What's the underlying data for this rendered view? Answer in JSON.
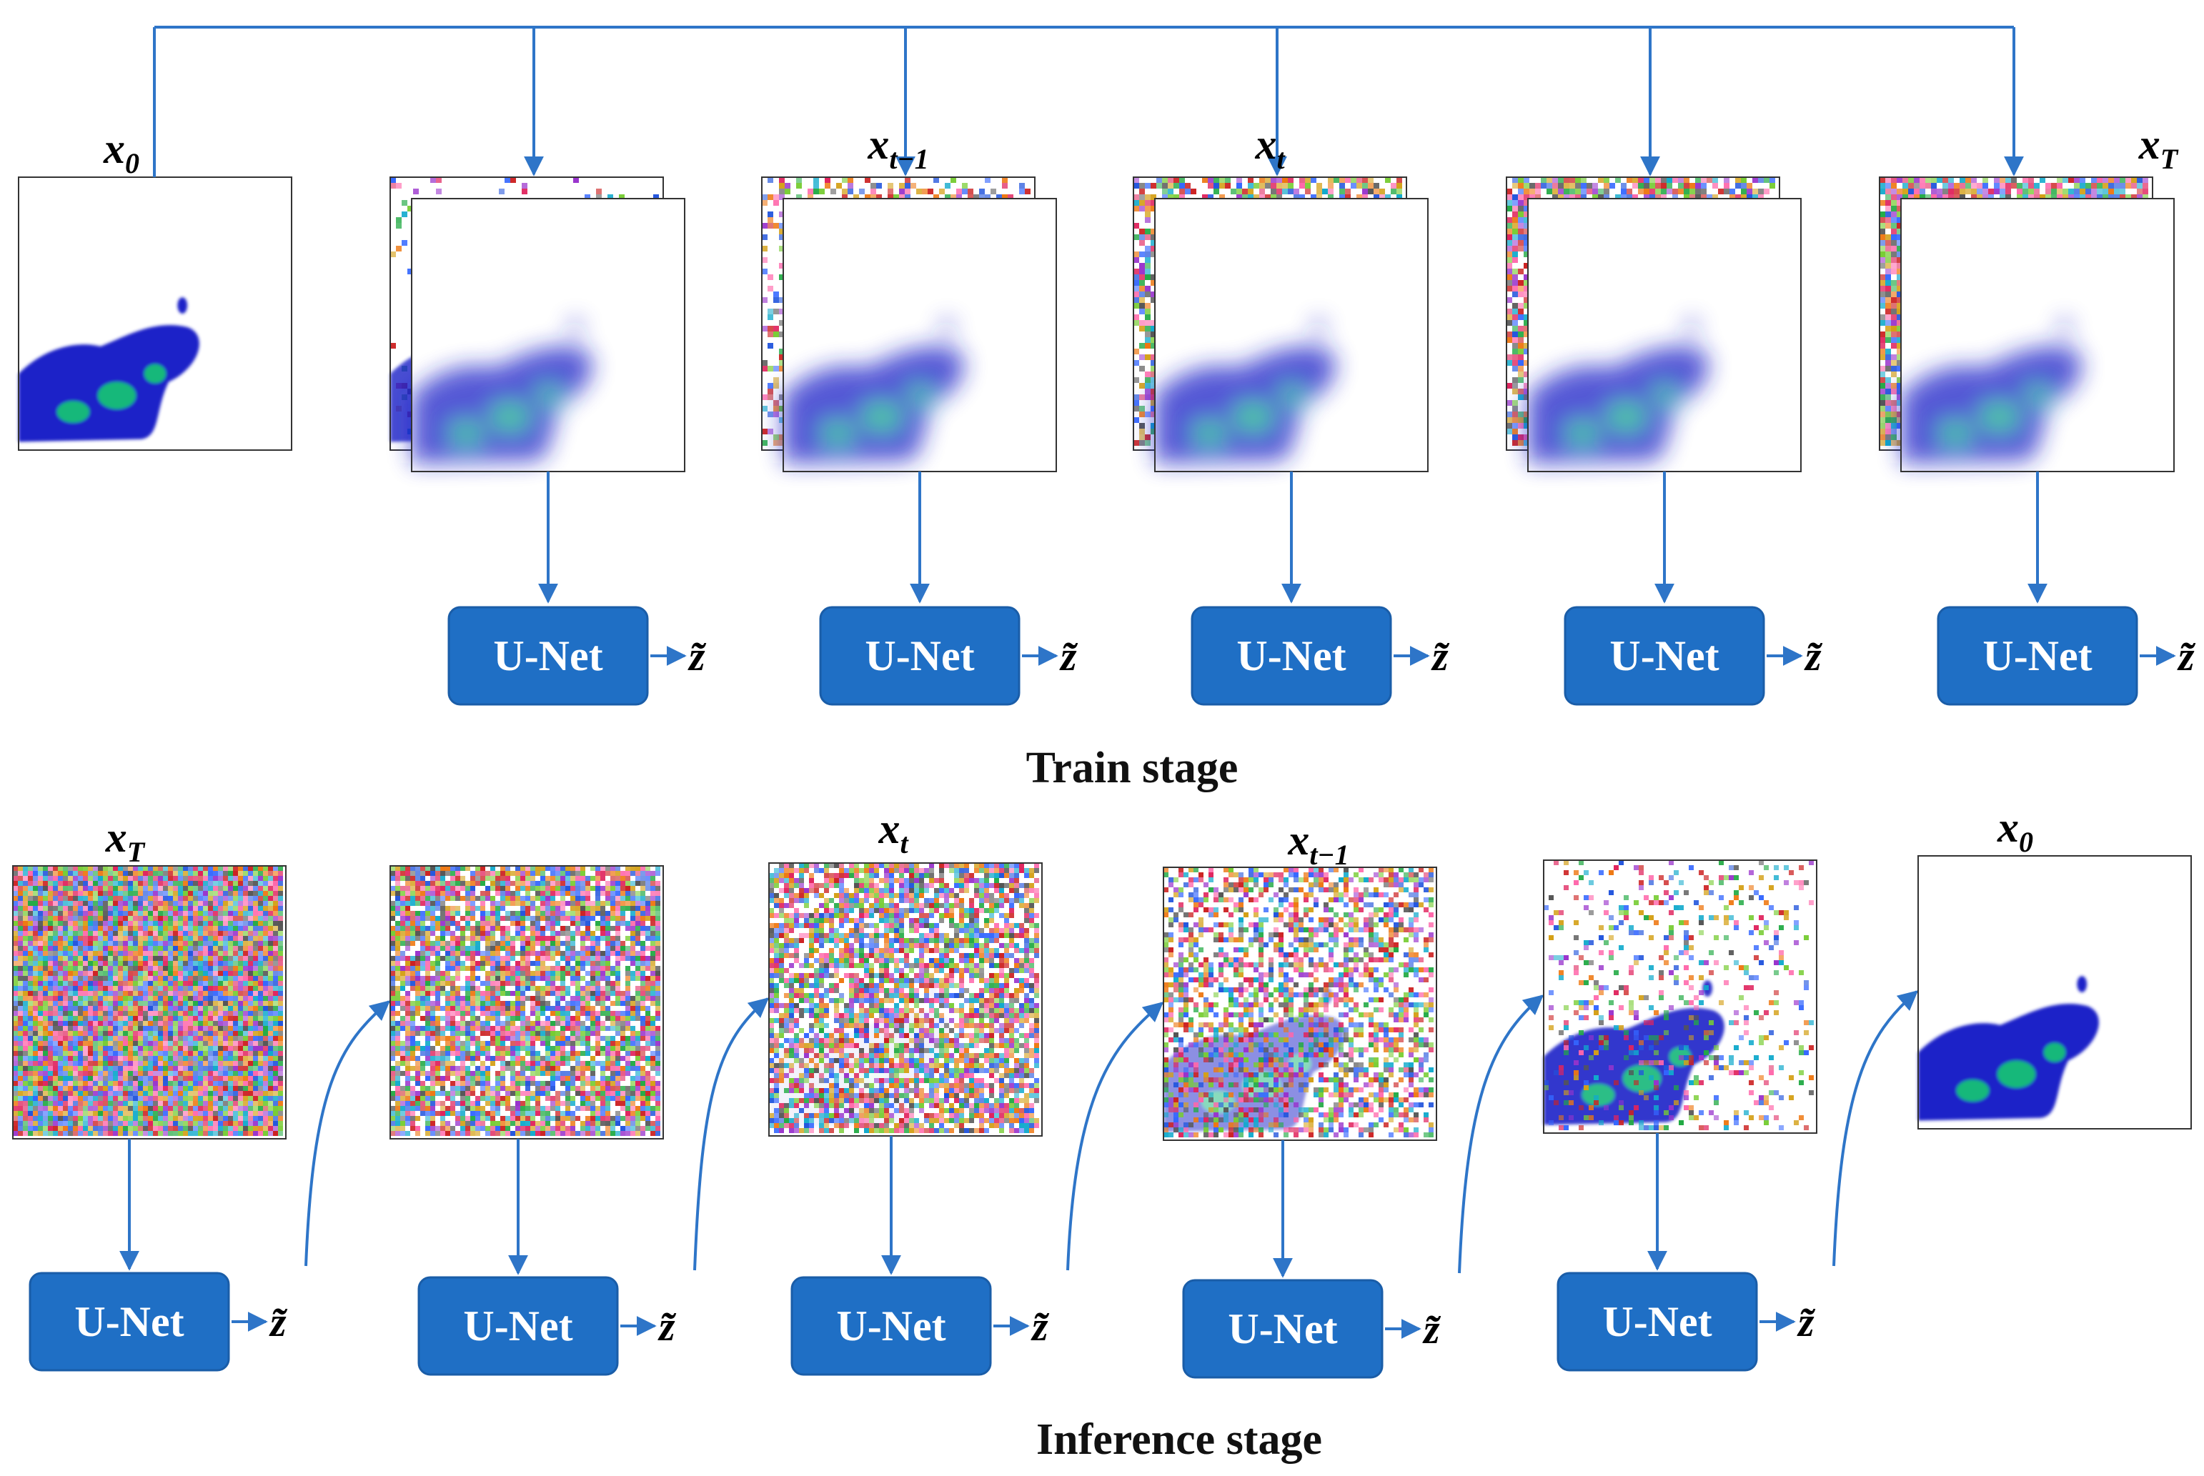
{
  "colors": {
    "arrow": "#2E75C8",
    "unet_fill": "#1F6FC5",
    "unet_stroke": "#1A5DA8",
    "plume_blue": "#1B24C8",
    "plume_green": "#14B87A"
  },
  "train": {
    "title": "Train stage",
    "clean_label": {
      "base": "x",
      "sub": "0"
    },
    "steps": [
      {
        "label": null,
        "noise_level": 0.1
      },
      {
        "label": {
          "base": "x",
          "sub": "t−1"
        },
        "noise_level": 0.45
      },
      {
        "label": {
          "base": "x",
          "sub": "t"
        },
        "noise_level": 0.65
      },
      {
        "label": null,
        "noise_level": 0.8
      },
      {
        "label": {
          "base": "x",
          "sub": "T"
        },
        "noise_level": 0.9
      }
    ],
    "unet_label": "U-Net",
    "output_label": "z̃"
  },
  "inference": {
    "title": "Inference stage",
    "steps": [
      {
        "label": {
          "base": "x",
          "sub": "T"
        },
        "noise_level": 1.0,
        "signal": 0.0
      },
      {
        "label": null,
        "noise_level": 0.85,
        "signal": 0.0
      },
      {
        "label": {
          "base": "x",
          "sub": "t"
        },
        "noise_level": 0.75,
        "signal": 0.05
      },
      {
        "label": {
          "base": "x",
          "sub": "t−1"
        },
        "noise_level": 0.55,
        "signal": 0.5
      },
      {
        "label": null,
        "noise_level": 0.2,
        "signal": 0.9
      },
      {
        "label": {
          "base": "x",
          "sub": "0"
        },
        "noise_level": 0.0,
        "signal": 1.0
      }
    ],
    "unet_label": "U-Net",
    "output_label": "z̃"
  }
}
